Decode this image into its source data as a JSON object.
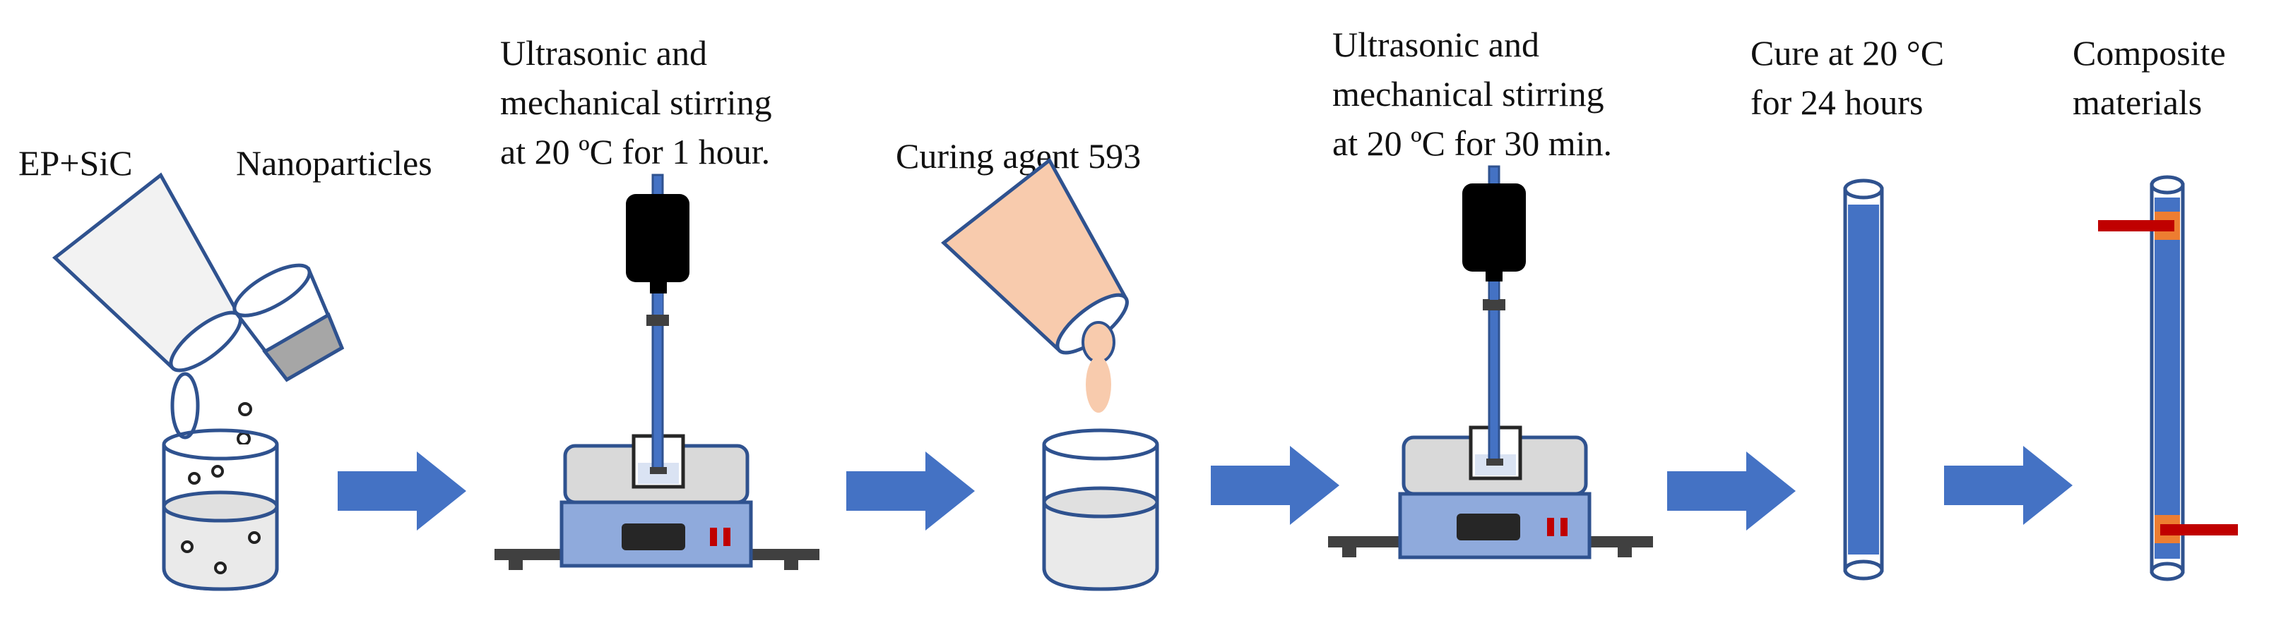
{
  "steps": [
    {
      "lines": [
        "EP+SiC"
      ]
    },
    {
      "lines": [
        "Nanoparticles"
      ]
    },
    {
      "lines": [
        "Ultrasonic and",
        "mechanical stirring",
        "at 20 ºC for 1 hour."
      ]
    },
    {
      "lines": [
        "Curing agent 593"
      ]
    },
    {
      "lines": [
        "Ultrasonic and",
        "mechanical stirring",
        "at 20 ºC for 30 min."
      ]
    },
    {
      "lines": [
        "Cure at 20 °C",
        "for 24 hours"
      ]
    },
    {
      "lines": [
        "Composite",
        "materials"
      ]
    }
  ],
  "colors": {
    "arrow": "#4472c4",
    "stirrer_base": "#8faadc",
    "rod": "#4472c4",
    "outline": "#2f528f",
    "pour_fill": "#f8cbad",
    "clamp": "#c00000",
    "pad": "#ed7d31",
    "motor": "#000000"
  }
}
